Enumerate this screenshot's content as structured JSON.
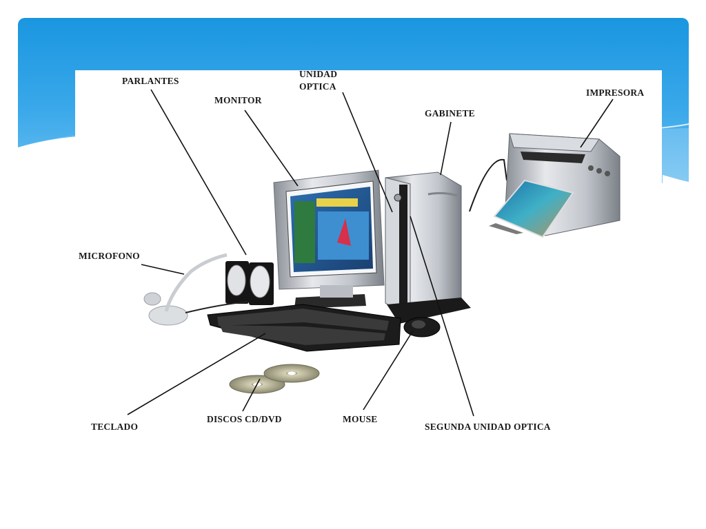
{
  "labels": {
    "parlantes": "PARLANTES",
    "unidad_optica_1": "UNIDAD",
    "unidad_optica_2": "OPTICA",
    "monitor": "MONITOR",
    "gabinete": "GABINETE",
    "impresora": "IMPRESORA",
    "microfono": "MICROFONO",
    "teclado": "TECLADO",
    "discos": "DISCOS CD/DVD",
    "mouse": "MOUSE",
    "segunda_unidad": "SEGUNDA UNIDAD OPTICA"
  },
  "colors": {
    "header_top": "#1a96e0",
    "header_bottom": "#6cc0f1",
    "label_text": "#1a1a1a"
  }
}
